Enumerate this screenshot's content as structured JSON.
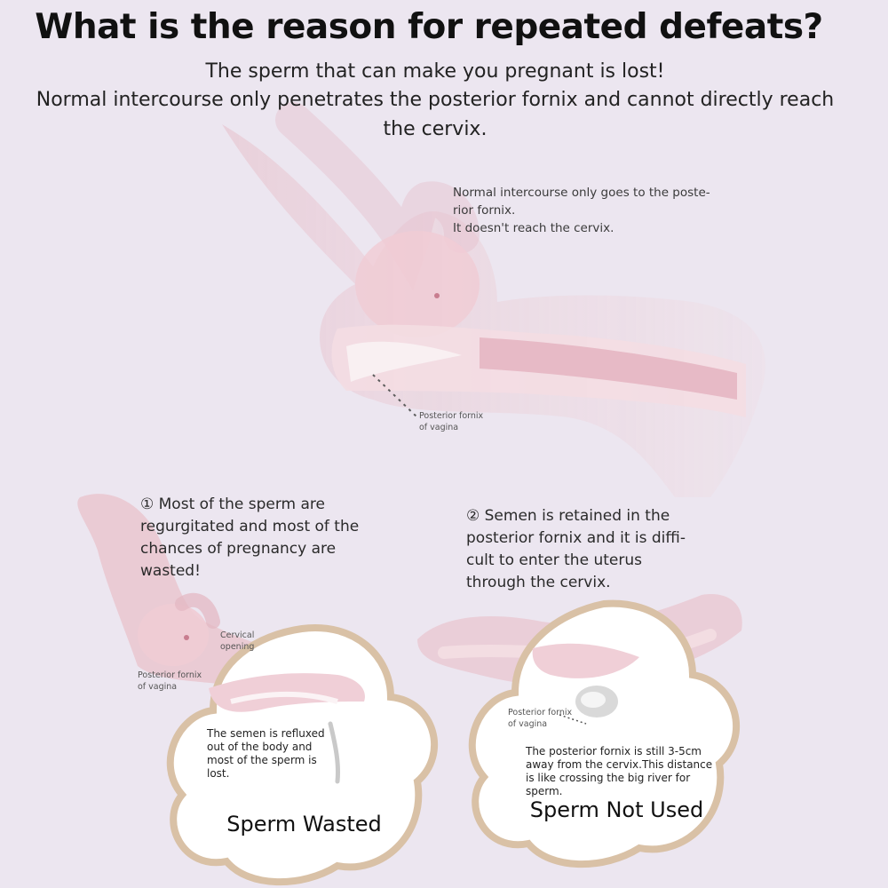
{
  "title": "What is the reason for repeated defeats?",
  "subtitle_line1": "The sperm that can make you pregnant is lost!",
  "subtitle_line2": "Normal intercourse only penetrates the posterior fornix and cannot directly reach the cervix.",
  "main_note": {
    "line1": "Normal intercourse only goes to the poste-",
    "line2": "rior fornix.",
    "line3": "It doesn't reach the cervix."
  },
  "main_label": {
    "line1": "Posterior fornix",
    "line2": "of vagina"
  },
  "point1": "① Most of the sperm are regurgitated and most of the chances of pregnancy are wasted!",
  "point2": "② Semen is retained in the posterior fornix and it is diffi- cult to enter the uterus through the cervix.",
  "left_labels": {
    "cervical_line1": "Cervical",
    "cervical_line2": "opening",
    "fornix_line1": "Posterior fornix",
    "fornix_line2": "of vagina"
  },
  "right_labels": {
    "fornix_line1": "Posterior fornix",
    "fornix_line2": "of vagina"
  },
  "left_desc": "The semen is refluxed out of the body and most of the sperm is lost.",
  "right_desc": "The posterior fornix is still 3-5cm away from the cervix.This distance is like crossing the big river for sperm.",
  "left_caption": "Sperm Wasted",
  "right_caption": "Sperm Not Used",
  "colors": {
    "background": "#ece6f0",
    "tissue_pink": "#e9bfc9",
    "tissue_light": "#f3d7dd",
    "badge_border": "#d9c1a6",
    "badge_fill": "#ffffff"
  }
}
